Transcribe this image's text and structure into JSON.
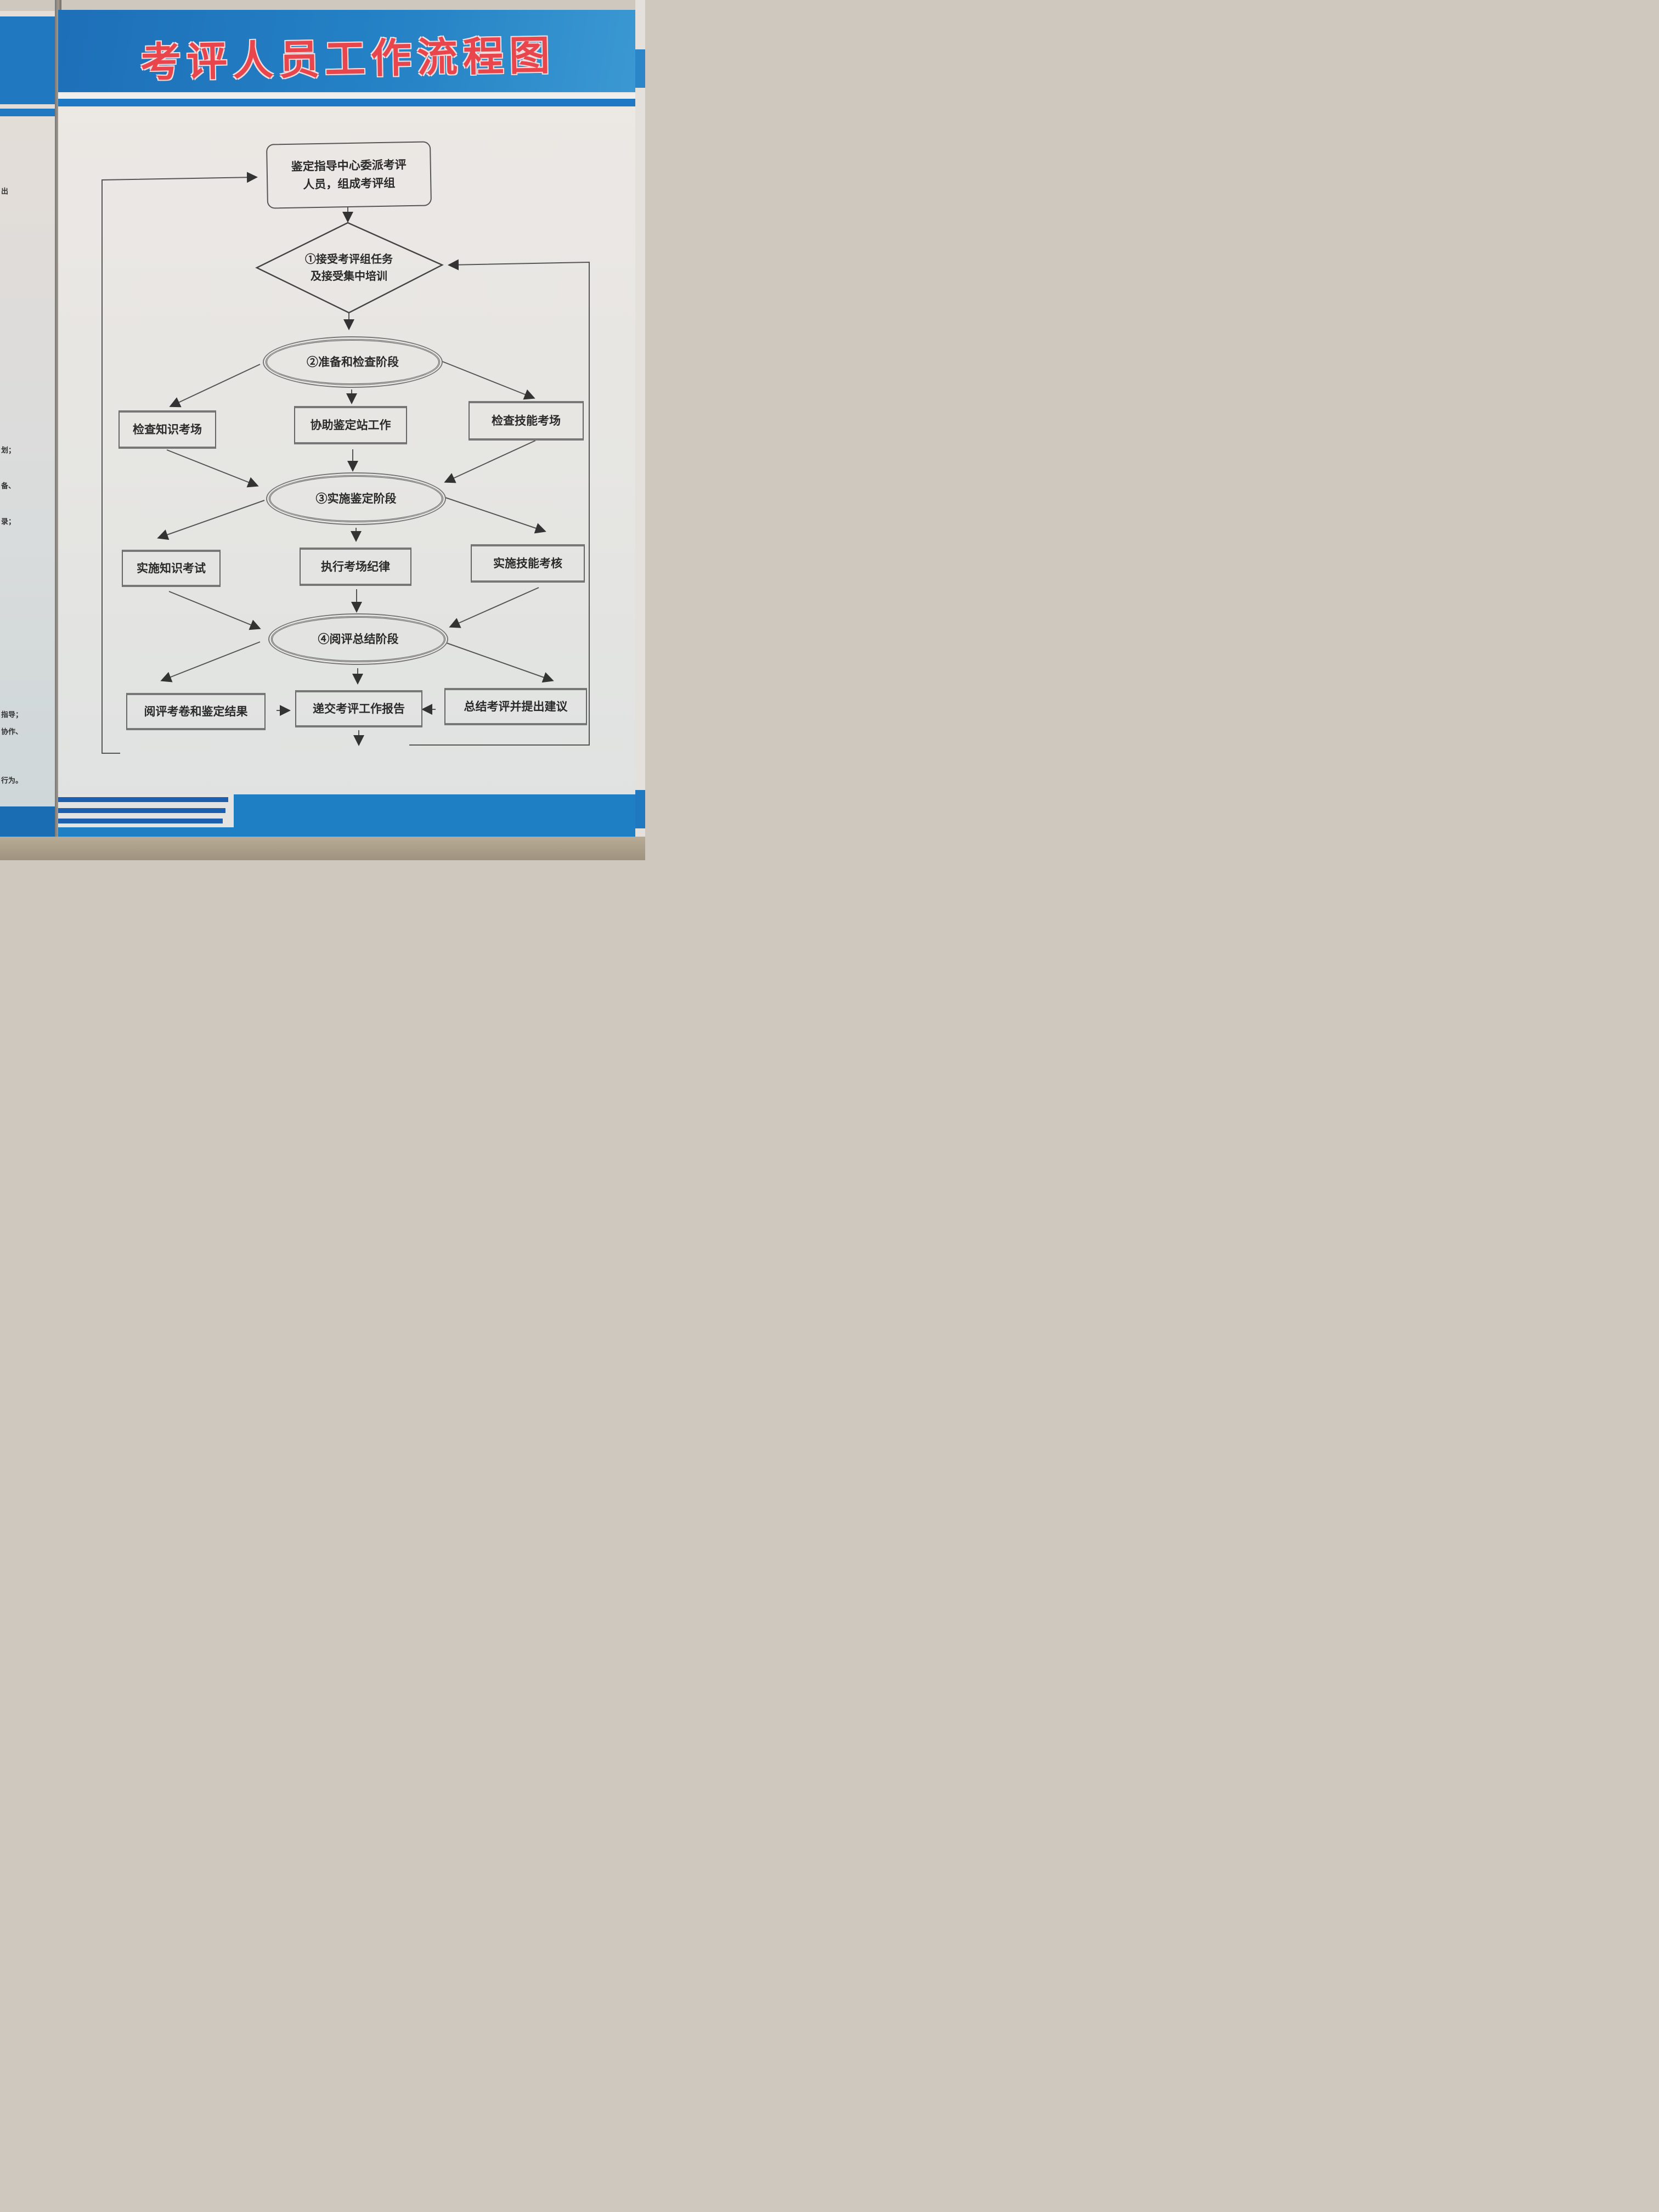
{
  "poster": {
    "title": "考评人员工作流程图",
    "colors": {
      "header_blue": "#1f78c0",
      "title_red": "#e8464c",
      "line_gray": "#555555"
    }
  },
  "flowchart": {
    "start": "鉴定指导中心委派考评人员，组成考评组",
    "start_line1": "鉴定指导中心委派考评",
    "start_line2": "人员，组成考评组",
    "decision": {
      "line1": "①接受考评组任务",
      "line2": "及接受集中培训"
    },
    "stages": [
      {
        "label": "②准备和检查阶段",
        "tasks": [
          "检查知识考场",
          "协助鉴定站工作",
          "检查技能考场"
        ]
      },
      {
        "label": "③实施鉴定阶段",
        "tasks": [
          "实施知识考试",
          "执行考场纪律",
          "实施技能考核"
        ]
      },
      {
        "label": "④阅评总结阶段",
        "tasks": [
          "阅评考卷和鉴定结果",
          "递交考评工作报告",
          "总结考评并提出建议"
        ]
      }
    ]
  },
  "adjacent_board_fragments": [
    "出",
    "划；",
    "备、",
    "录；",
    "指导；",
    "协作、",
    "行为。"
  ]
}
